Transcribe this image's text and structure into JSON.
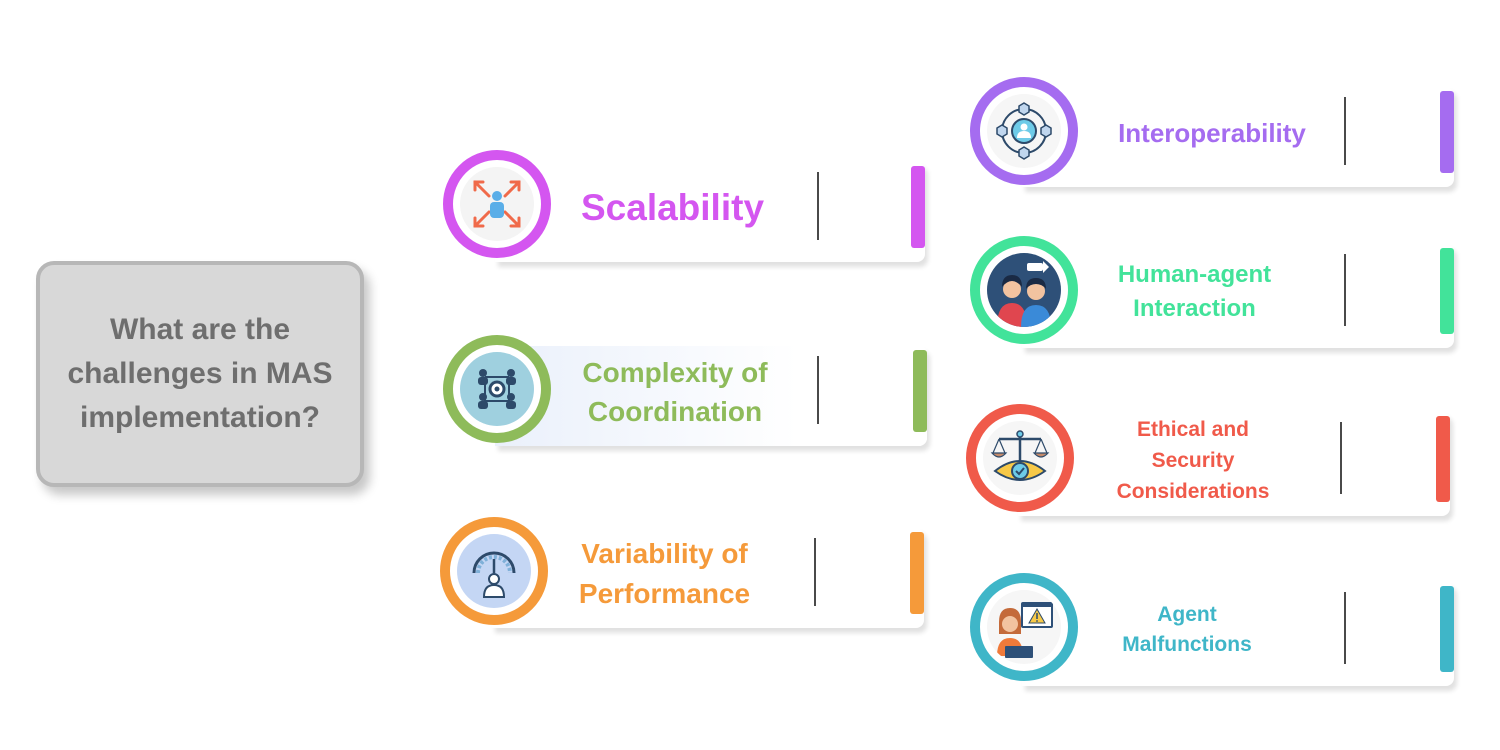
{
  "question": "What are the challenges in MAS implementation?",
  "challenges": [
    {
      "label": "Scalability",
      "color": "#d456f0",
      "icon": "expand-arrows-icon"
    },
    {
      "label": "Complexity of Coordination",
      "color": "#8ebb5a",
      "icon": "network-gear-icon"
    },
    {
      "label": "Variability of Performance",
      "color": "#f59a3a",
      "icon": "gauge-person-icon"
    },
    {
      "label": "Interoperability",
      "color": "#a56cf0",
      "icon": "connected-nodes-icon"
    },
    {
      "label": "Human-agent Interaction",
      "color": "#42e39a",
      "icon": "two-people-icon"
    },
    {
      "label": "Ethical and Security Considerations",
      "color": "#f05a4a",
      "icon": "scales-eye-icon"
    },
    {
      "label": "Agent Malfunctions",
      "color": "#3fb6c8",
      "icon": "warning-screen-person-icon"
    }
  ]
}
